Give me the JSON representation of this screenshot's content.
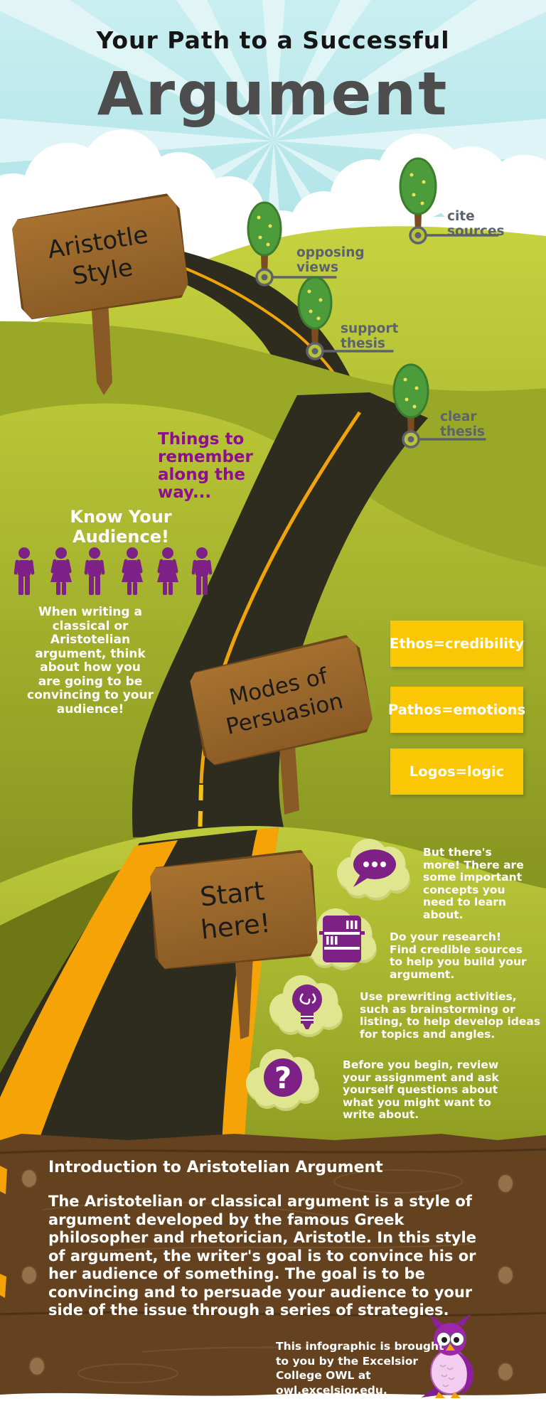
{
  "title": {
    "line1": "Your Path to a Successful",
    "line2": "Argument"
  },
  "signs": {
    "aristotle": {
      "line1": "Aristotle",
      "line2": "Style"
    },
    "modes": {
      "line1": "Modes of",
      "line2": "Persuasion"
    },
    "start": {
      "line1": "Start",
      "line2": "here!"
    }
  },
  "milestones": [
    {
      "label": "opposing views"
    },
    {
      "label": "cite sources"
    },
    {
      "label": "support thesis"
    },
    {
      "label": "clear thesis"
    }
  ],
  "reminder": "Things to remember along the way...",
  "audience": {
    "heading": "Know Your Audience!",
    "body": "When writing a classical or Aristotelian argument, think about how you are going to be convincing to your audience!"
  },
  "mode_boxes": [
    {
      "label": "Ethos=credibility"
    },
    {
      "label": "Pathos=emotions"
    },
    {
      "label": "Logos=logic"
    }
  ],
  "tips": [
    {
      "icon": "speech-bubble-icon",
      "text": "But there's more! There are some important concepts you need to learn about."
    },
    {
      "icon": "bookshelf-icon",
      "text": "Do your research! Find credible sources to help you build your argument."
    },
    {
      "icon": "lightbulb-icon",
      "text": "Use prewriting activities, such as brainstorming or listing, to help develop ideas for topics and angles."
    },
    {
      "icon": "question-mark-icon",
      "text": "Before you begin, review your assignment and ask yourself questions about what you might want to write about."
    }
  ],
  "board": {
    "heading": "Introduction to Aristotelian Argument",
    "body": "The Aristotelian or classical argument is a style of argument developed by the famous Greek philosopher and rhetorician, Aristotle. In this style of argument, the writer's goal is to convince his or her audience of something. The goal is to be convincing and to persuade your audience to your side of the issue through a series of strategies."
  },
  "footer": {
    "line1": "This infographic is brought",
    "line2": "to you by the Excelsior",
    "line3": "College OWL at",
    "line4": "owl.excelsior.edu."
  },
  "icons": {
    "question_glyph": "?"
  },
  "colors": {
    "purple": "#7d2186",
    "magenta_text": "#8e0e8e",
    "yellow_box": "#fbc603",
    "label_gray": "#5c636d",
    "road_line": "#f2a50a",
    "wood": "#95642a",
    "board_wood": "#64421f",
    "hill_green": "#b7c436",
    "sky": "#b4e5e9"
  }
}
